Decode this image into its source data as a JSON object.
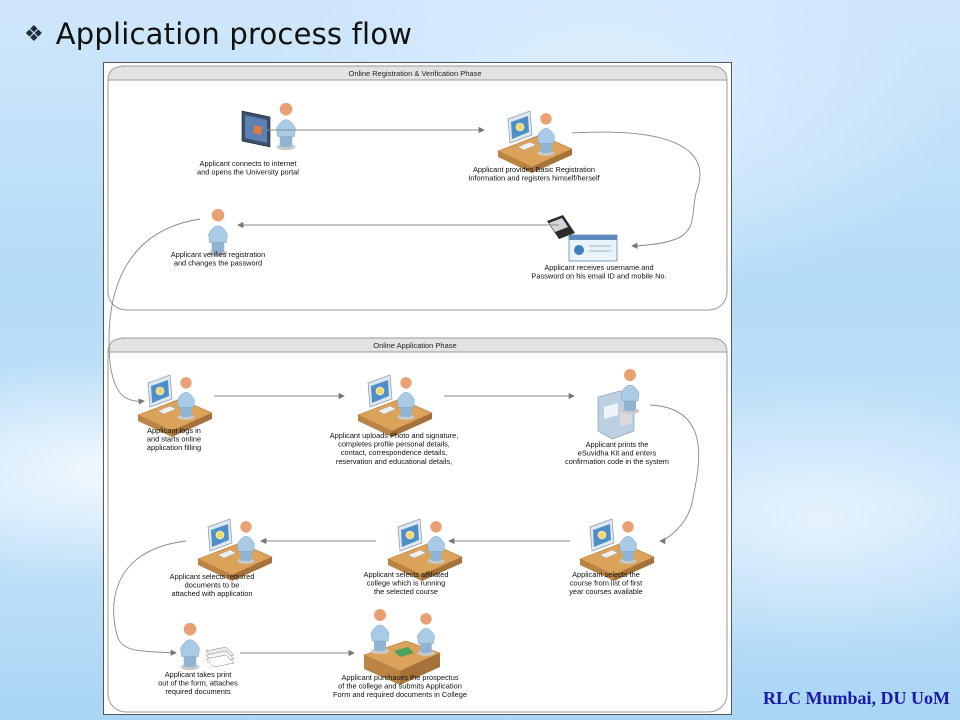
{
  "slide": {
    "bullet": "❖",
    "title": "Application process flow",
    "footer": "RLC Mumbai, DU UoM"
  },
  "diagram": {
    "phases": [
      {
        "label": "Online Registration & Verification Phase"
      },
      {
        "label": "Online Application Phase"
      }
    ],
    "steps": [
      {
        "lines": [
          "Applicant connects to internet",
          "and opens the University portal"
        ]
      },
      {
        "lines": [
          "Applicant provides Basic Registration",
          "Information and registers himself/herself"
        ]
      },
      {
        "lines": [
          "Applicant receives username and",
          "Password on his email ID and mobile No."
        ]
      },
      {
        "lines": [
          "Applicant verifies registration",
          "and changes the password"
        ]
      },
      {
        "lines": [
          "Applicant logs in",
          "and starts online",
          "application filling"
        ]
      },
      {
        "lines": [
          "Applicant uploads Photo and signature,",
          "completes profile personal details,",
          "contact, correspondence details,",
          "reservation and educational details,"
        ]
      },
      {
        "lines": [
          "Applicant prints the",
          "eSuvidha Kit and enters",
          "confirmation code in the system"
        ]
      },
      {
        "lines": [
          "Applicant selects the",
          "course from list of first",
          "year courses available"
        ]
      },
      {
        "lines": [
          "Applicant selects affiliated",
          "college which is running",
          "the selected course"
        ]
      },
      {
        "lines": [
          "Applicant selects required",
          "documents to be",
          "attached with application"
        ]
      },
      {
        "lines": [
          "Applicant takes print",
          "out of the form, attaches",
          "required documents"
        ]
      },
      {
        "lines": [
          "Applicant purchases the prospectus",
          "of the college and submits Application",
          "Form and required documents in College"
        ]
      }
    ]
  },
  "colors": {
    "accent": "#1a1aa8",
    "skin": "#e9a173",
    "shirt": "#a9cbe6",
    "desk": "#dba25a",
    "screen": "#4f8fc8"
  }
}
